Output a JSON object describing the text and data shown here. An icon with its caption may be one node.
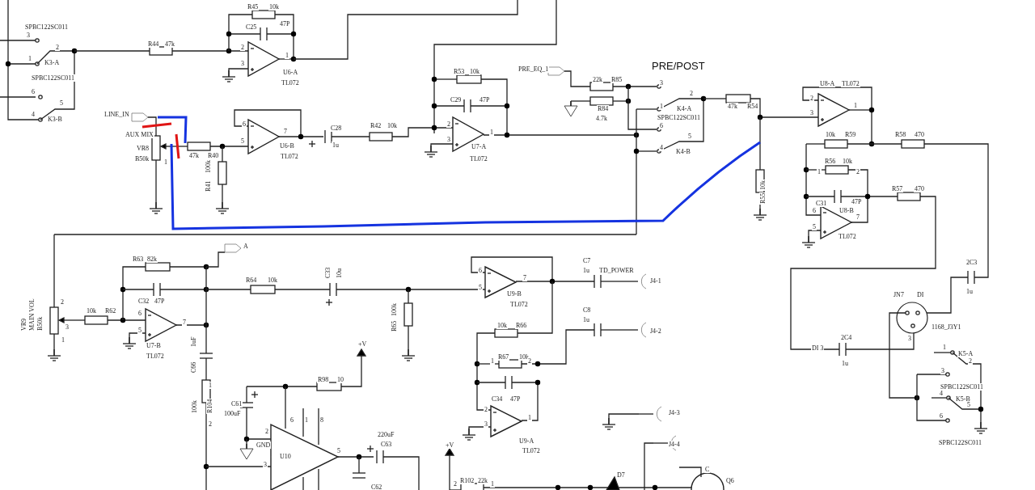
{
  "diagram": {
    "labels": [
      "SPBC122SC011",
      "3",
      "2",
      "1",
      "K3-A",
      "SPBC122SC011",
      "6",
      "5",
      "4",
      "K3-B",
      "R45",
      "10k",
      "C25",
      "47P",
      "R44",
      "47k",
      "2",
      "1",
      "3",
      "U6-A",
      "TL072",
      "LINE_IN",
      "AUX MIX",
      "VR8",
      "B50k",
      "1",
      "6",
      "7",
      "5",
      "47k",
      "R40",
      "U6-B",
      "TL072",
      "C28",
      "1u",
      "100k",
      "R41",
      "R53",
      "10k",
      "C29",
      "47P",
      "R42",
      "10k",
      "2",
      "1",
      "3",
      "U7-A",
      "TL072",
      "PRE_EQ_1",
      "PRE/POST",
      "22k",
      "R85",
      "3",
      "R84",
      "4.7k",
      "2",
      "1",
      "K4-A",
      "SPBC122SC011",
      "6",
      "5",
      "4",
      "K4-B",
      "U8-A",
      "TL072",
      "2",
      "47k",
      "R54",
      "1",
      "3",
      "10k",
      "R59",
      "R58",
      "470",
      "R56",
      "10k",
      "1",
      "2",
      "10k",
      "R55",
      "R57",
      "470",
      "C31",
      "47P",
      "6",
      "U8-B",
      "7",
      "5",
      "TL072",
      "A",
      "R63",
      "82k",
      "C7",
      "2C3",
      "1u",
      "TD_POWER",
      "C33",
      "10u",
      "R64",
      "10k",
      "J4-1",
      "6",
      "7",
      "5",
      "U9-B",
      "1u",
      "JN7",
      "DI",
      "C32",
      "47P",
      "VR9",
      "MAIN VOL",
      "B50k",
      "2",
      "TL072",
      "C8",
      "1u",
      "10k",
      "R62",
      "6",
      "3",
      "5",
      "7",
      "100k",
      "R65",
      "10k",
      "R66",
      "J4-2",
      "1168_J3Y1",
      "1",
      "DI 3",
      "2C4",
      "3",
      "U7-B",
      "+V",
      "1uF",
      "TL072",
      "R67",
      "10k",
      "1",
      "2",
      "1",
      "K5-A",
      "2",
      "1u",
      "C66",
      "3",
      "R98",
      "10",
      "1",
      "SPBC122SC011",
      "4",
      "C34",
      "47P",
      "K5-B",
      "C61",
      "5",
      "100k",
      "R104",
      "100uF",
      "2",
      "J4-3",
      "2",
      "6",
      "1",
      "8",
      "3",
      "1",
      "6",
      "2",
      "220uF",
      "GND",
      "C63",
      "+V",
      "U9-A",
      "J4-4",
      "SPBC122SC011",
      "U10",
      "5",
      "TL072",
      "3",
      "D7",
      "C",
      "R102",
      "22k",
      "Q6",
      "C62",
      "2",
      "1"
    ]
  }
}
